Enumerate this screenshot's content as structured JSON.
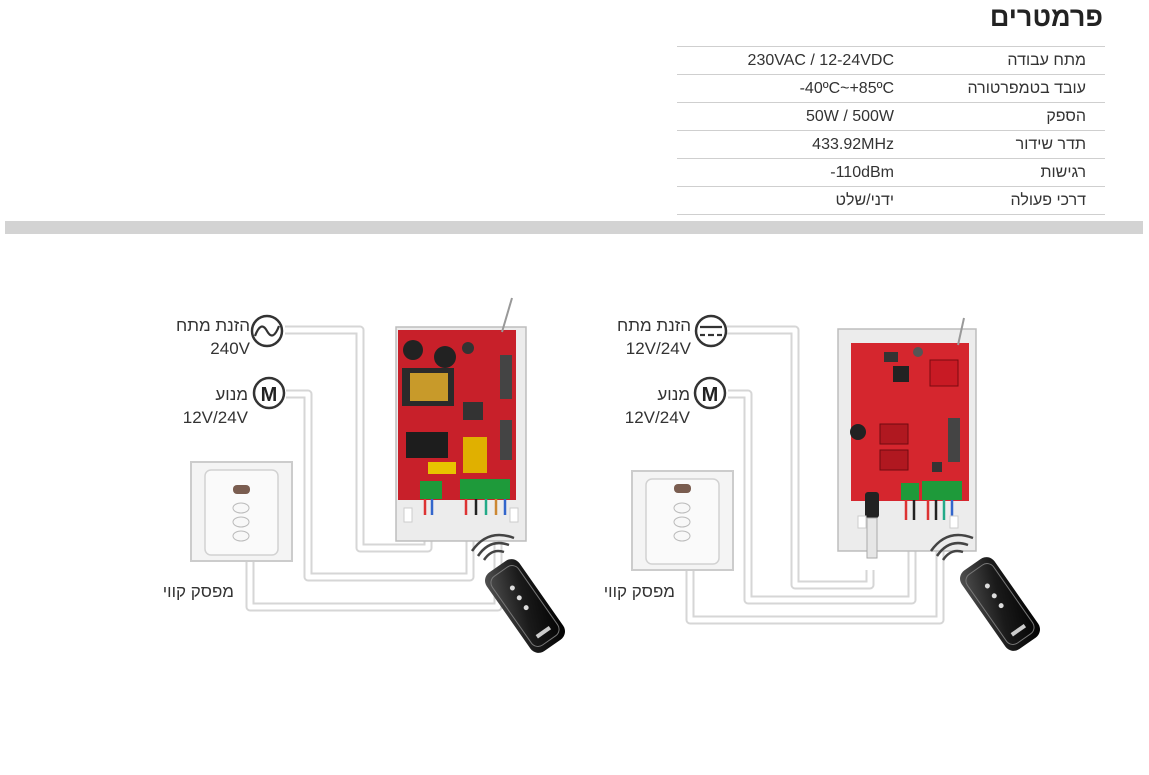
{
  "title": "פרמטרים",
  "params": [
    {
      "label": "מתח עבודה",
      "value": "230VAC / 12-24VDC"
    },
    {
      "label": "עובד בטמפרטורה",
      "value": "-40ºC~+85ºC"
    },
    {
      "label": "הספק",
      "value": "50W / 500W"
    },
    {
      "label": "תדר שידור",
      "value": "433.92MHz"
    },
    {
      "label": "רגישות",
      "value": "-110dBm"
    },
    {
      "label": "דרכי פעולה",
      "value": "ידני/שלט"
    }
  ],
  "left_diagram": {
    "supply_label": "הזנת מתח",
    "supply_value": "240V",
    "motor_label": "מנוע",
    "motor_value": "12V/24V",
    "switch_label": "מפסק קווי"
  },
  "right_diagram": {
    "supply_label": "הזנת מתח",
    "supply_value": "12V/24V",
    "motor_label": "מנוע",
    "motor_value": "12V/24V",
    "switch_label": "מפסק קווי"
  },
  "icons": {
    "ac_symbol": "ac-sine-icon",
    "dc_symbol": "dc-icon",
    "motor_symbol": "M"
  }
}
